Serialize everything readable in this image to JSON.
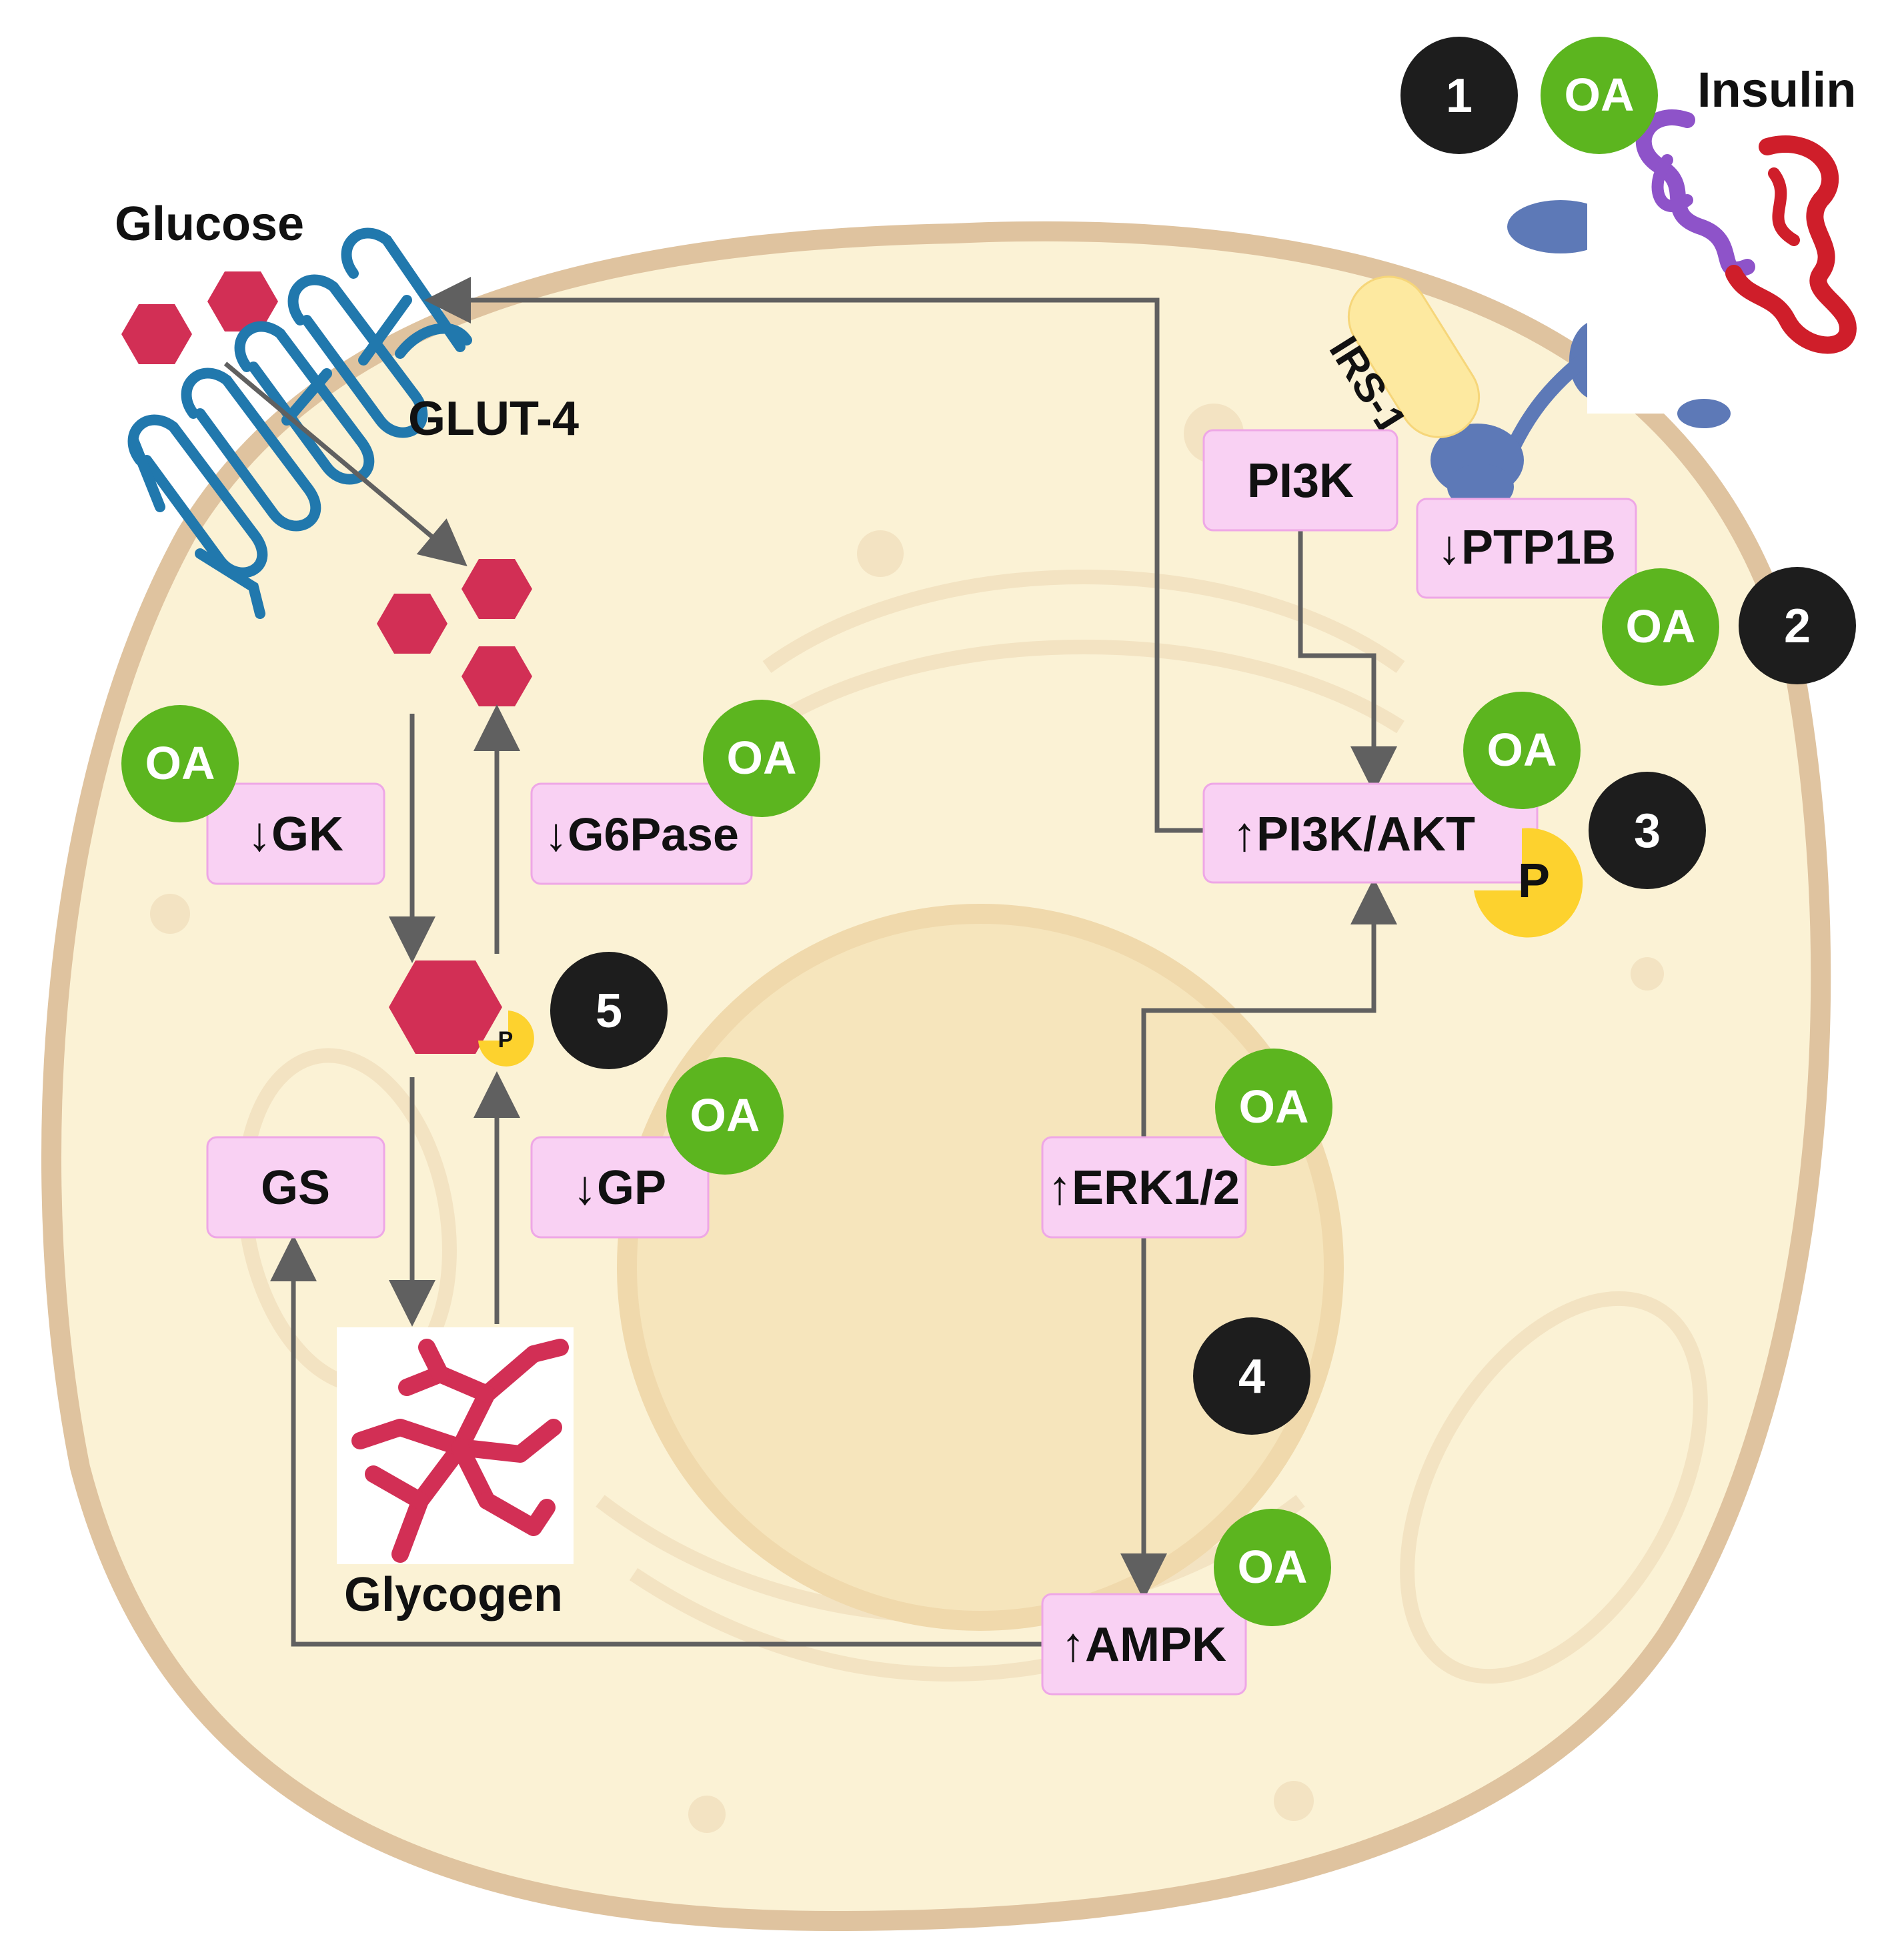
{
  "labels": {
    "glucose": "Glucose",
    "glut4": "GLUT-4",
    "insulin": "Insulin",
    "irs1": "IRS-1",
    "glycogen": "Glycogen"
  },
  "enzymes": {
    "pi3k": "PI3K",
    "ptp1b": "↓PTP1B",
    "pi3k_akt": "↑PI3K/AKT",
    "erk": "↑ERK1/2",
    "ampk": "↑AMPK",
    "gk": "↓GK",
    "g6pase": "↓G6Pase",
    "gs": "GS",
    "gp": "↓GP"
  },
  "oa_label": "OA",
  "phospho_large": "P",
  "phospho_small": "P",
  "steps": [
    "1",
    "2",
    "3",
    "4",
    "5"
  ],
  "colors": {
    "cell_fill": "#fbf2d5",
    "cell_border": "#dfc39f",
    "enzyme_fill": "#f9d1f3",
    "enzyme_border": "#eea7e6",
    "oa_green": "#5cb51f",
    "step_black": "#1d1d1d",
    "glucose_red": "#d22f55",
    "phospho_yellow": "#fdd22e",
    "arrow_gray": "#606060",
    "glut4_blue": "#2178ad",
    "irs_yellow": "#fde9a0"
  }
}
